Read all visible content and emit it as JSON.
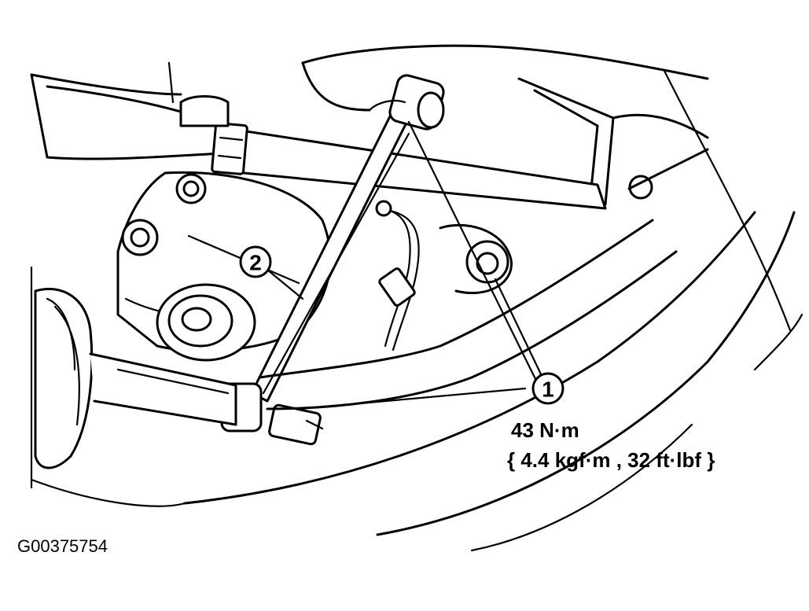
{
  "callouts": {
    "part_1": "1",
    "part_2": "2"
  },
  "torque": {
    "metric": "43 N·m",
    "alternate": "{ 4.4 kgf·m , 32 ft·lbf }"
  },
  "figure_id": "G00375754"
}
